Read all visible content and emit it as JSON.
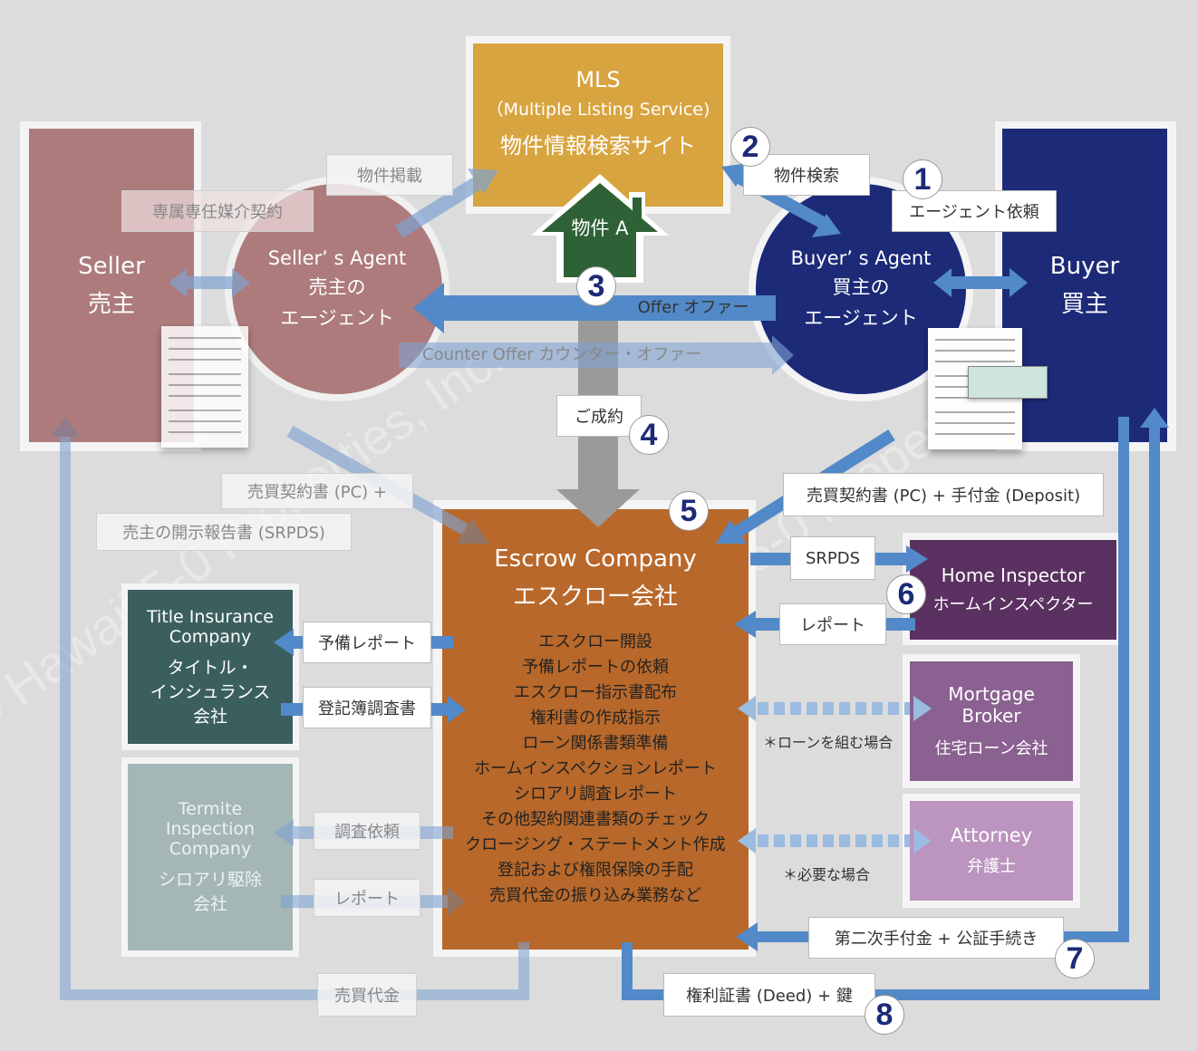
{
  "diagram": {
    "colors": {
      "background": "#dcdcdc",
      "seller": "#ad7b7b",
      "buyer": "#1c2a78",
      "mls": "#d8a43f",
      "house": "#2e6236",
      "escrow": "#b8682a",
      "title_insurance": "#3b5f5e",
      "termite": "#a4b6b5",
      "home_inspector": "#5a3160",
      "mortgage": "#8a6190",
      "attorney": "#bb94c0",
      "arrow": "#5289c8",
      "arrow_faded": "#9bbbe0",
      "arrow_gray": "#9a9a9a",
      "step_number": "#1c2a78"
    },
    "nodes": {
      "mls": {
        "line1": "MLS",
        "line2": "（Multiple Listing Service)",
        "line3": "物件情報検索サイト"
      },
      "house": {
        "label": "物件 A"
      },
      "seller": {
        "en": "Seller",
        "jp": "売主"
      },
      "seller_agent": {
        "en": "Seller’ s Agent",
        "jp1": "売主の",
        "jp2": "エージェント"
      },
      "buyer_agent": {
        "en": "Buyer’ s Agent",
        "jp1": "買主の",
        "jp2": "エージェント"
      },
      "buyer": {
        "en": "Buyer",
        "jp": "買主"
      },
      "escrow": {
        "en": "Escrow Company",
        "jp": "エスクロー会社",
        "tasks": [
          "エスクロー開設",
          "予備レポートの依頼",
          "エスクロー指示書配布",
          "権利書の作成指示",
          "ローン関係書類準備",
          "ホームインスペクションレポート",
          "シロアリ調査レポート",
          "その他契約関連書類のチェック",
          "クロージング・ステートメント作成",
          "登記および権限保険の手配",
          "売買代金の振り込み業務など"
        ]
      },
      "title_insurance": {
        "en1": "Title Insurance",
        "en2": "Company",
        "jp1": "タイトル・",
        "jp2": "インシュランス",
        "jp3": "会社"
      },
      "termite": {
        "en1": "Termite",
        "en2": "Inspection",
        "en3": "Company",
        "jp1": "シロアリ駆除",
        "jp2": "会社"
      },
      "home_inspector": {
        "en": "Home Inspector",
        "jp": "ホームインスペクター"
      },
      "mortgage": {
        "en1": "Mortgage",
        "en2": "Broker",
        "jp": "住宅ローン会社"
      },
      "attorney": {
        "en": "Attorney",
        "jp": "弁護士"
      }
    },
    "labels": {
      "listing": "物件掲載",
      "exclusive_contract": "専属専任媒介契約",
      "property_search": "物件検索",
      "agent_request": "エージェント依頼",
      "offer": "Offer オファー",
      "counter_offer": "Counter Offer カウンター・オファー",
      "contract_concluded": "ご成約",
      "pc_seller_line1": "売買契約書 (PC) +",
      "pc_seller_line2": "売主の開示報告書 (SRPDS)",
      "pc_buyer": "売買契約書 (PC) + 手付金 (Deposit)",
      "srpds": "SRPDS",
      "inspector_report": "レポート",
      "prelim_report": "予備レポート",
      "title_search": "登記簿調査書",
      "termite_request": "調査依頼",
      "termite_report": "レポート",
      "loan_note": "＊ローンを組む場合",
      "attorney_note": "＊必要な場合",
      "second_deposit": "第二次手付金 + 公証手続き",
      "deed_keys": "権利証書 (Deed) + 鍵",
      "sale_proceeds": "売買代金"
    },
    "steps": [
      "1",
      "2",
      "3",
      "4",
      "5",
      "6",
      "7",
      "8"
    ],
    "watermark": "© Hawaii 5-0 Properties, Inc."
  }
}
